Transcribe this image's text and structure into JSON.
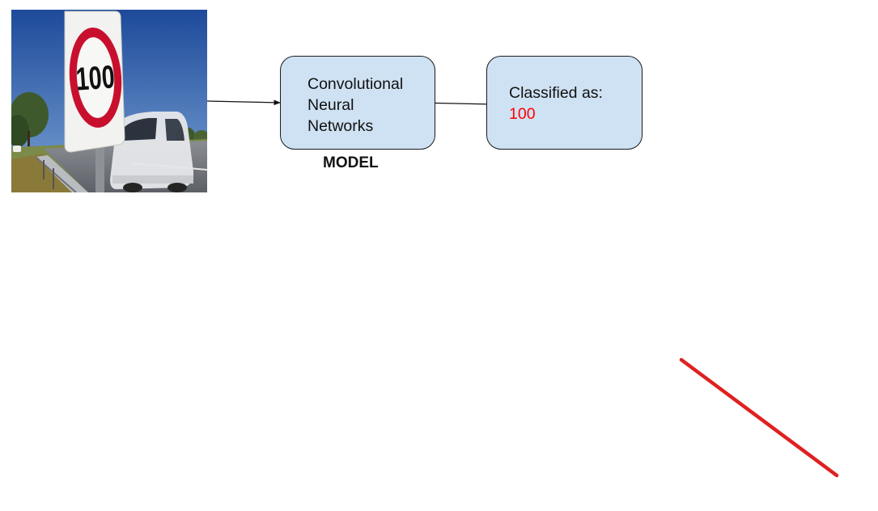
{
  "input_image": {
    "content": "speed-limit-sign-photo",
    "sign_text": "100"
  },
  "model_box": {
    "lines": [
      "Convolutional",
      "Neural",
      "Networks"
    ]
  },
  "model_caption": "MODEL",
  "result_box": {
    "label": "Classified as:",
    "value": "100"
  },
  "colors": {
    "box_fill": "#cfe2f3",
    "box_border": "#1a1a1a",
    "result_value": "#ff0000",
    "sign_ring": "#c8102e",
    "annotation_line": "#e02020",
    "sky": "#2b5ea8"
  }
}
